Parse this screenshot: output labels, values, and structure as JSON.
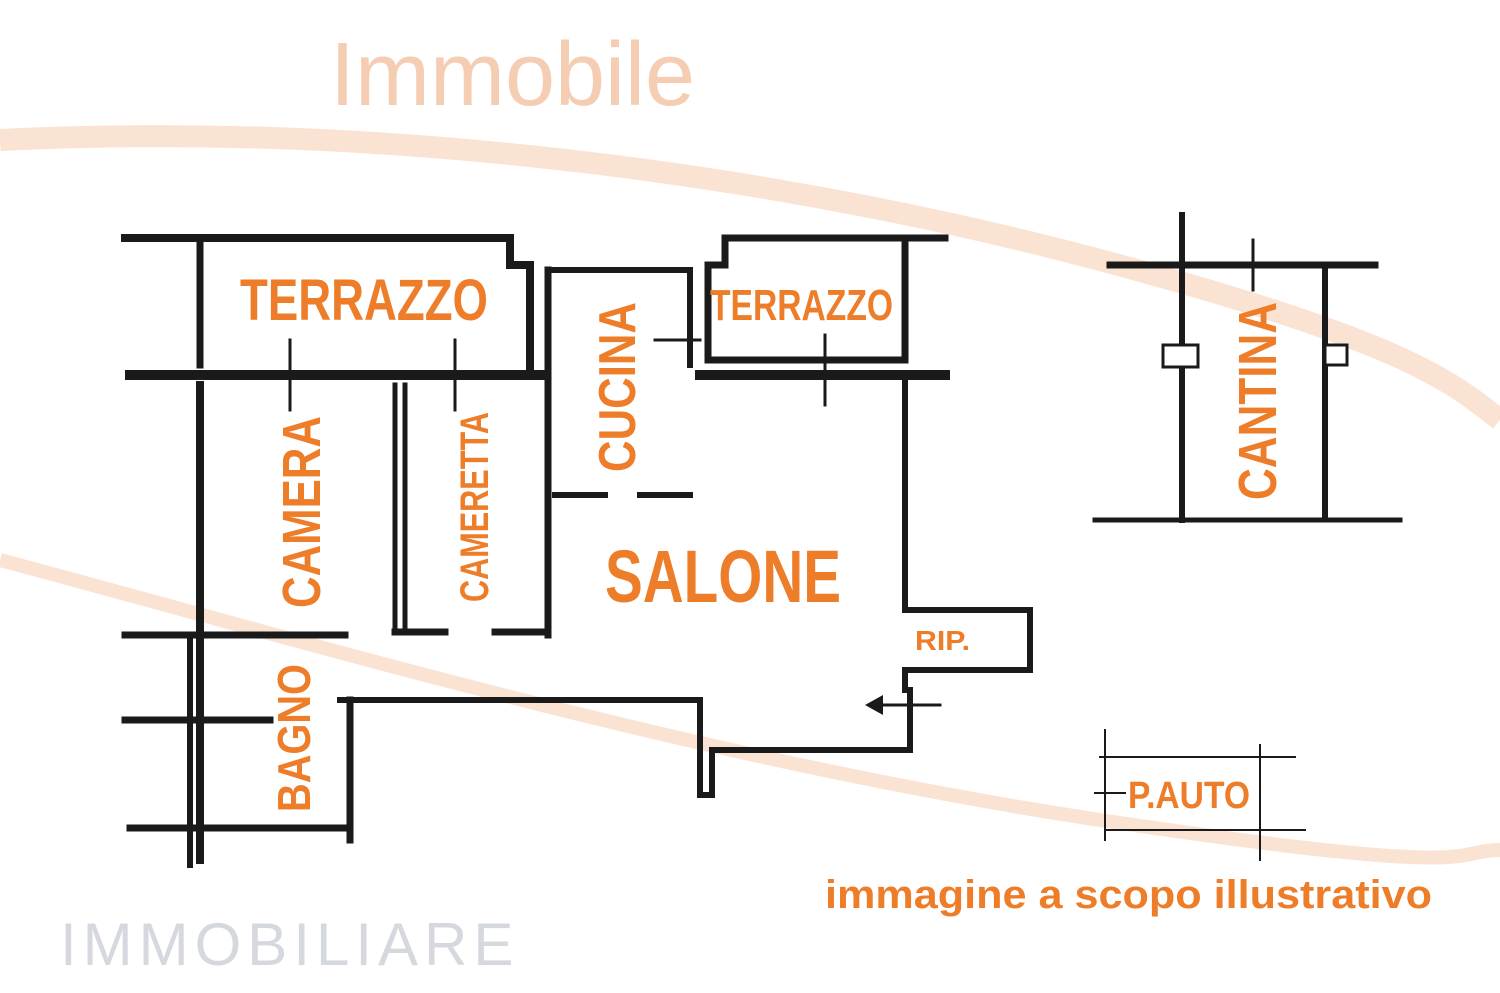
{
  "colors": {
    "label": "#ee7d2a",
    "wall": "#1a1a1a",
    "watermark": "#f7dcc8",
    "watermark_grey": "#e6e8ec"
  },
  "watermark": {
    "brand": "Immobile",
    "sub": "IMMOBILIARE"
  },
  "rooms": {
    "terrazzo_left": "TERRAZZO",
    "terrazzo_right": "TERRAZZO",
    "cucina": "CUCINA",
    "camera": "CAMERA",
    "cameretta": "CAMERETTA",
    "salone": "SALONE",
    "bagno": "BAGNO",
    "ripostiglio": "RIP.",
    "cantina": "CANTINA",
    "posto_auto": "P.AUTO"
  },
  "caption": "immagine a scopo illustrativo"
}
